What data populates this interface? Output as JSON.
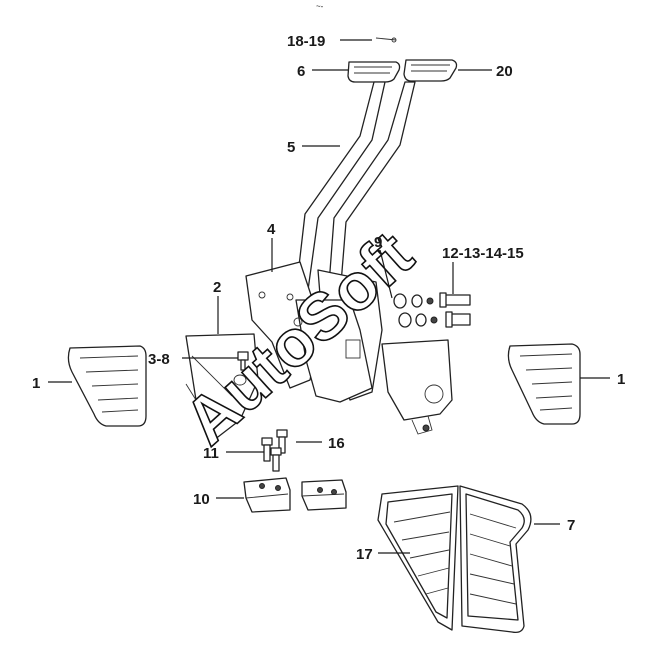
{
  "header_mark": "~-",
  "watermark": "AutoSoft",
  "labels": {
    "l1_left": "1",
    "l1_right": "1",
    "l2": "2",
    "l3_8": "3-8",
    "l4": "4",
    "l5": "5",
    "l6": "6",
    "l7": "7",
    "l9": "9",
    "l10": "10",
    "l11": "11",
    "l12_15": "12-13-14-15",
    "l16": "16",
    "l17": "17",
    "l18_19": "18-19",
    "l20": "20"
  }
}
